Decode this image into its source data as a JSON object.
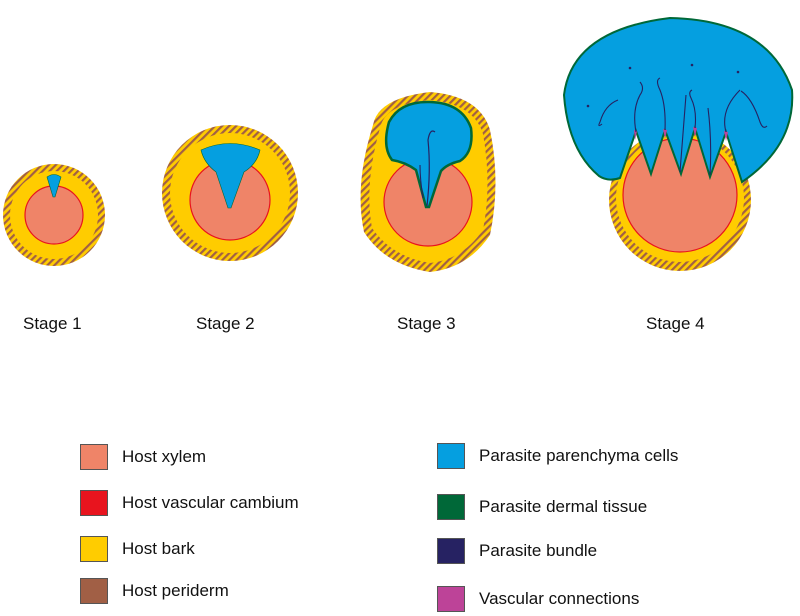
{
  "stages": [
    {
      "label": "Stage 1"
    },
    {
      "label": "Stage 2"
    },
    {
      "label": "Stage 3"
    },
    {
      "label": "Stage 4"
    }
  ],
  "legend": [
    {
      "label": "Host xylem",
      "color": "#EF8468"
    },
    {
      "label": "Host vascular cambium",
      "color": "#E8141E"
    },
    {
      "label": "Host bark",
      "color": "#FFCC00"
    },
    {
      "label": "Host periderm",
      "color": "#A15F45"
    },
    {
      "label": "Parasite parenchyma cells",
      "color": "#059FE0"
    },
    {
      "label": "Parasite dermal tissue",
      "color": "#006838"
    },
    {
      "label": "Parasite bundle",
      "color": "#262262"
    },
    {
      "label": "Vascular connections",
      "color": "#BD4398"
    }
  ]
}
